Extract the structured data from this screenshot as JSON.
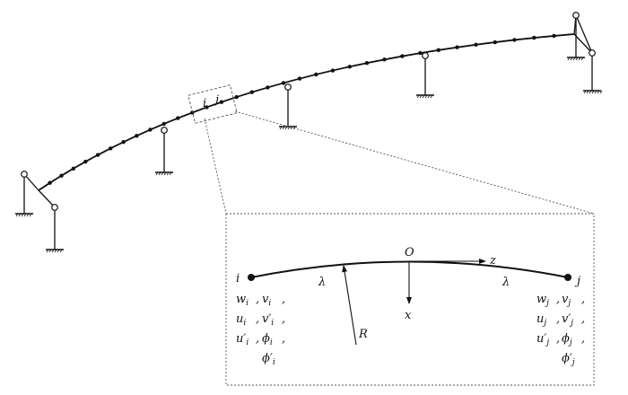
{
  "colors": {
    "ink": "#111111",
    "dash": "#555555",
    "background": "#ffffff"
  },
  "icons": [
    "pin-support-icon",
    "ground-hatch-icon",
    "node-dot-icon"
  ],
  "overview": {
    "node_i": "i",
    "node_j": "j"
  },
  "detail": {
    "origin": "O",
    "axis_z": "z",
    "axis_x": "x",
    "radius": "R",
    "half_length_left": "λ",
    "half_length_right": "λ",
    "node_i": "i",
    "node_j": "j",
    "dof_i": [
      {
        "a": "w",
        "as": "i",
        "b": "v",
        "bs": "i"
      },
      {
        "a": "u",
        "as": "i",
        "b": "v′",
        "bs": "i"
      },
      {
        "a": "u′",
        "as": "i",
        "b": "ϕ",
        "bs": "i"
      },
      {
        "a": "ϕ′",
        "as": "i"
      }
    ],
    "dof_j": [
      {
        "a": "w",
        "as": "j",
        "b": "v",
        "bs": "j"
      },
      {
        "a": "u",
        "as": "j",
        "b": "v′",
        "bs": "j"
      },
      {
        "a": "u′",
        "as": "j",
        "b": "ϕ",
        "bs": "j"
      },
      {
        "a": "ϕ′",
        "as": "j"
      }
    ]
  }
}
